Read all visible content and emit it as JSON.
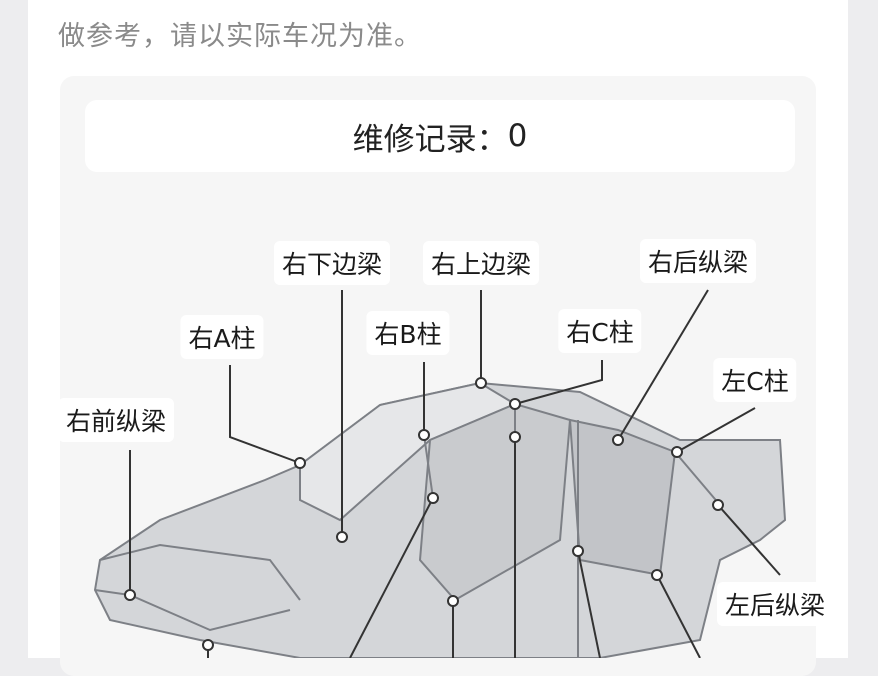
{
  "note": "做参考，请以实际车况为准。",
  "record": {
    "label": "维修记录：",
    "value": "0"
  },
  "diagram": {
    "labels": [
      {
        "id": "right-lower-sill",
        "text": "右下边梁"
      },
      {
        "id": "right-upper-rail",
        "text": "右上边梁"
      },
      {
        "id": "right-rear-rail",
        "text": "右后纵梁"
      },
      {
        "id": "right-a-pillar",
        "text": "右A柱"
      },
      {
        "id": "right-b-pillar",
        "text": "右B柱"
      },
      {
        "id": "right-c-pillar",
        "text": "右C柱"
      },
      {
        "id": "left-c-pillar",
        "text": "左C柱"
      },
      {
        "id": "right-front-rail",
        "text": "右前纵梁"
      },
      {
        "id": "left-rear-rail",
        "text": "左后纵梁"
      }
    ]
  }
}
